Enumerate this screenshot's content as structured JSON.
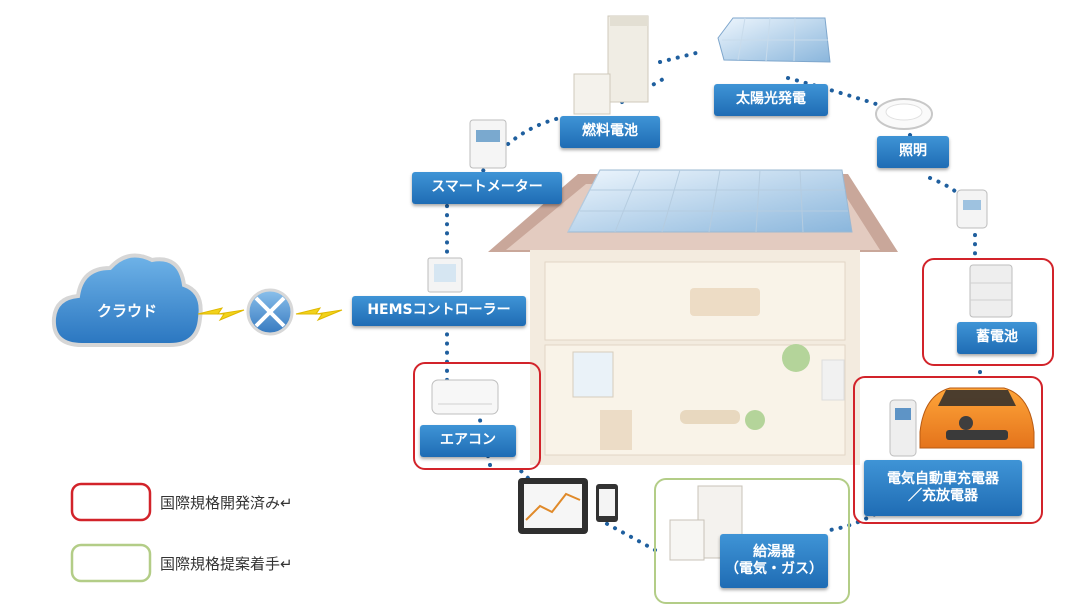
{
  "nodes": {
    "cloud": "クラウド",
    "hems": "HEMSコントローラー",
    "smart_meter": "スマートメーター",
    "fuel_cell": "燃料電池",
    "solar": "太陽光発電",
    "lighting": "照明",
    "storage_battery": "蓄電池",
    "ev_charger_line1": "電気自動車充電器",
    "ev_charger_line2": "／充放電器",
    "water_heater_line1": "給湯器",
    "water_heater_line2": "（電気・ガス）",
    "air_conditioner": "エアコン"
  },
  "legend": [
    {
      "label": "国際規格開発済み↵",
      "color": "#d2232a"
    },
    {
      "label": "国際規格提案着手↵",
      "color": "#b3cd87"
    }
  ],
  "colors": {
    "label_blue": "#2a7cc4",
    "dotted_ring": "#1f5f9e",
    "red_frame": "#d2232a",
    "green_frame": "#b3cd87",
    "lightning": "#f2d21b"
  }
}
